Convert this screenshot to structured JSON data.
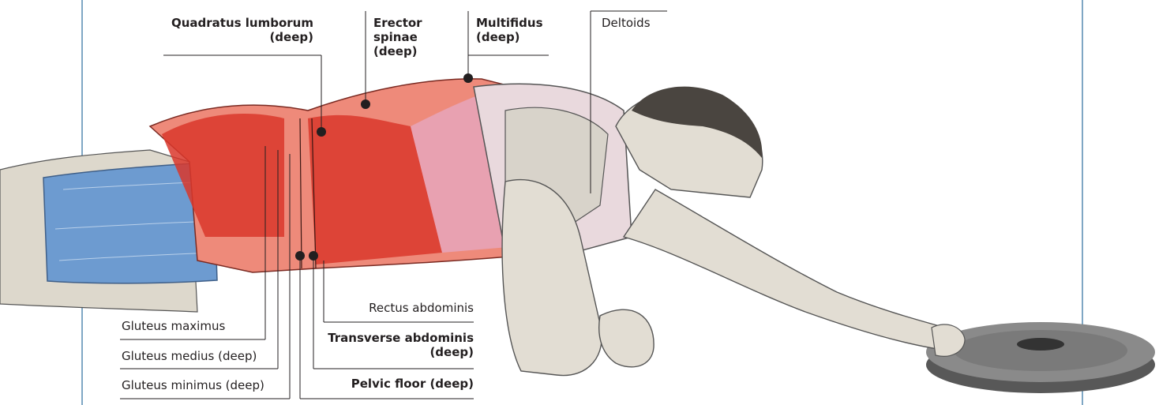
{
  "labels": {
    "quadratus_lumborum": "Quadratus lumborum\n(deep)",
    "erector_spinae": "Erector\nspinae\n(deep)",
    "multifidus": "Multifidus\n(deep)",
    "deltoids": "Deltoids",
    "rectus_abdominis": "Rectus abdominis",
    "transverse_abdominis": "Transverse abdominis\n(deep)",
    "pelvic_floor": "Pelvic floor (deep)",
    "gluteus_maximus": "Gluteus maximus",
    "gluteus_medius": "Gluteus medius (deep)",
    "gluteus_minimus": "Gluteus minimus (deep)"
  },
  "colors": {
    "core_muscle": "#d9372b",
    "core_muscle_light": "#ee8a7a",
    "upper_muscle": "#e7a2b4",
    "legs": "#6d9bd0",
    "skin": "#e6e1d8",
    "hair": "#4a4540",
    "plate": "#6a6a6a",
    "frame": "#7fa7c4",
    "leader": "#231f20"
  }
}
